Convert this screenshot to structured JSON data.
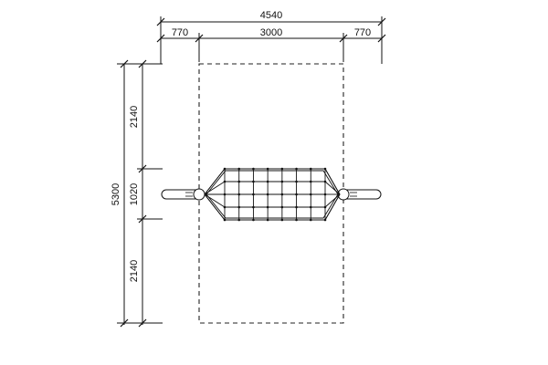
{
  "dimensions": {
    "top_total": "4540",
    "top_left": "770",
    "top_center": "3000",
    "top_right": "770",
    "left_total": "5300",
    "left_top": "2140",
    "left_middle": "1020",
    "left_bottom": "2140"
  },
  "net_grid": {
    "columns": 7,
    "rows": 4
  }
}
